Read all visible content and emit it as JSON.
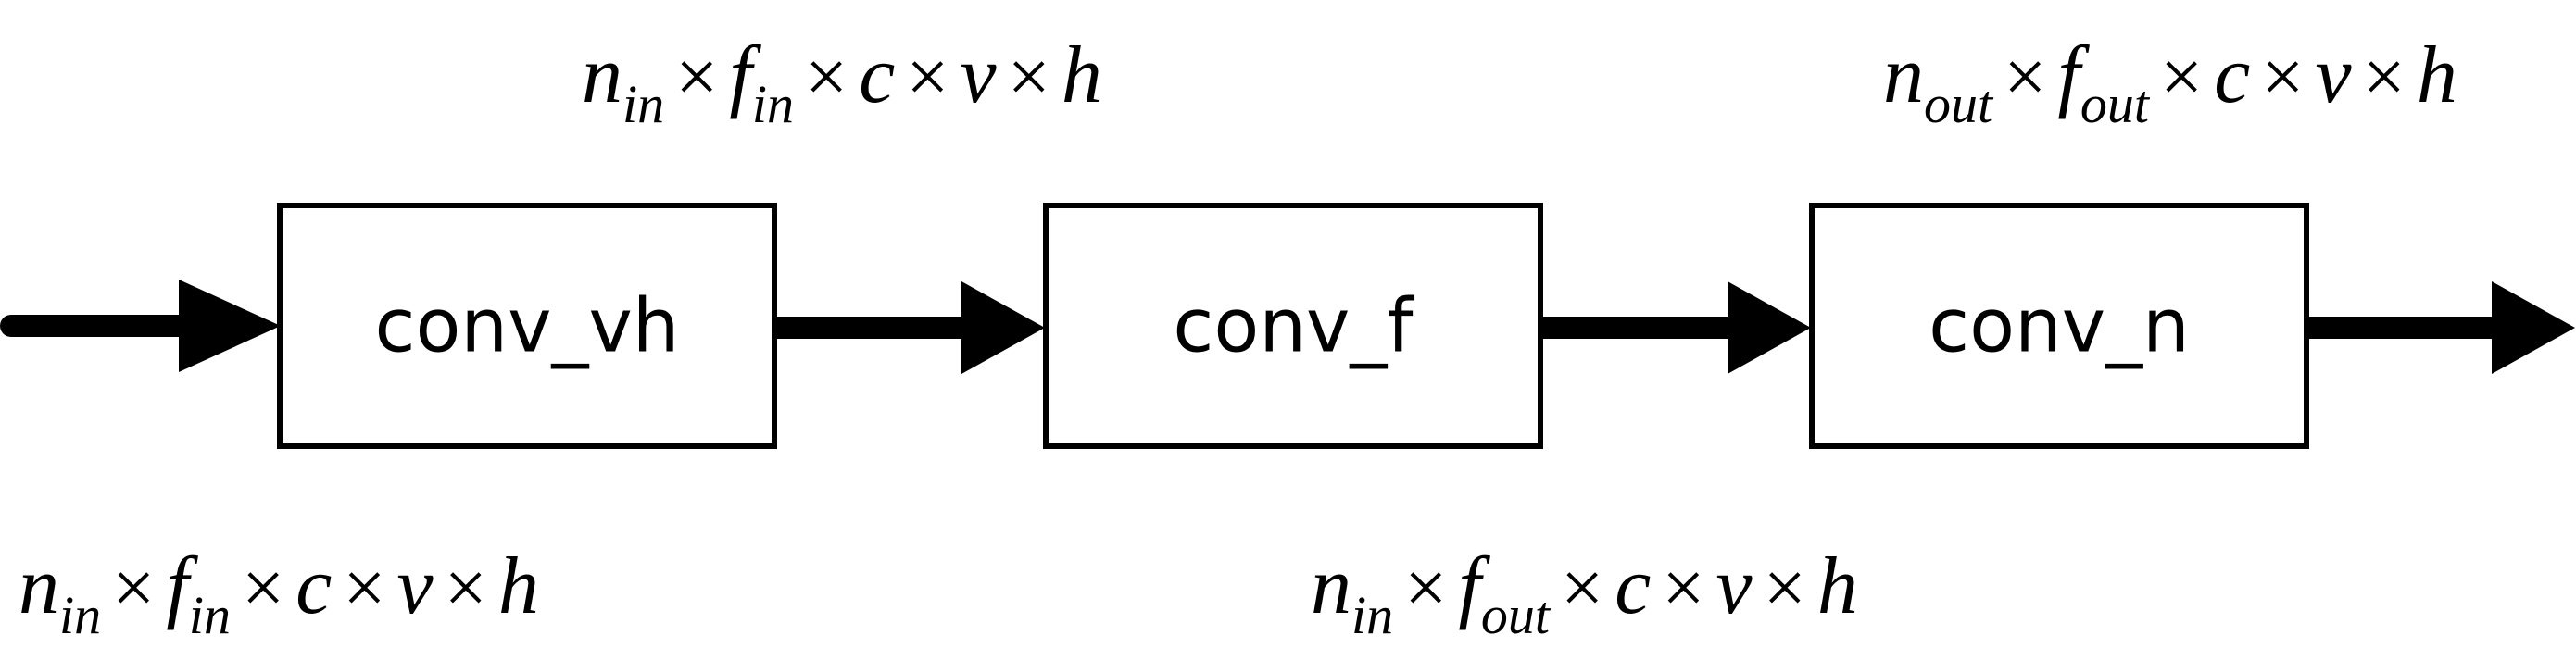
{
  "diagram": {
    "blocks": [
      {
        "id": "conv_vh",
        "label": "conv_vh"
      },
      {
        "id": "conv_f",
        "label": "conv_f"
      },
      {
        "id": "conv_n",
        "label": "conv_n"
      }
    ],
    "tensor_shapes": [
      {
        "id": "shape-input",
        "tokens": [
          {
            "t": "v",
            "s": "n"
          },
          {
            "t": "s",
            "s": "in"
          },
          {
            "t": "x",
            "s": "×"
          },
          {
            "t": "v",
            "s": "f"
          },
          {
            "t": "s",
            "s": "in"
          },
          {
            "t": "x",
            "s": "×"
          },
          {
            "t": "v",
            "s": "c"
          },
          {
            "t": "x",
            "s": "×"
          },
          {
            "t": "v",
            "s": "v"
          },
          {
            "t": "x",
            "s": "×"
          },
          {
            "t": "v",
            "s": "h"
          }
        ]
      },
      {
        "id": "shape-after-conv-vh",
        "tokens": [
          {
            "t": "v",
            "s": "n"
          },
          {
            "t": "s",
            "s": "in"
          },
          {
            "t": "x",
            "s": "×"
          },
          {
            "t": "v",
            "s": "f"
          },
          {
            "t": "s",
            "s": "in"
          },
          {
            "t": "x",
            "s": "×"
          },
          {
            "t": "v",
            "s": "c"
          },
          {
            "t": "x",
            "s": "×"
          },
          {
            "t": "v",
            "s": "v"
          },
          {
            "t": "x",
            "s": "×"
          },
          {
            "t": "v",
            "s": "h"
          }
        ]
      },
      {
        "id": "shape-after-conv-f",
        "tokens": [
          {
            "t": "v",
            "s": "n"
          },
          {
            "t": "s",
            "s": "in"
          },
          {
            "t": "x",
            "s": "×"
          },
          {
            "t": "v",
            "s": "f"
          },
          {
            "t": "s",
            "s": "out"
          },
          {
            "t": "x",
            "s": "×"
          },
          {
            "t": "v",
            "s": "c"
          },
          {
            "t": "x",
            "s": "×"
          },
          {
            "t": "v",
            "s": "v"
          },
          {
            "t": "x",
            "s": "×"
          },
          {
            "t": "v",
            "s": "h"
          }
        ]
      },
      {
        "id": "shape-output",
        "tokens": [
          {
            "t": "v",
            "s": "n"
          },
          {
            "t": "s",
            "s": "out"
          },
          {
            "t": "x",
            "s": "×"
          },
          {
            "t": "v",
            "s": "f"
          },
          {
            "t": "s",
            "s": "out"
          },
          {
            "t": "x",
            "s": "×"
          },
          {
            "t": "v",
            "s": "c"
          },
          {
            "t": "x",
            "s": "×"
          },
          {
            "t": "v",
            "s": "v"
          },
          {
            "t": "x",
            "s": "×"
          },
          {
            "t": "v",
            "s": "h"
          }
        ]
      }
    ],
    "colors": {
      "stroke": "#000000",
      "background": "#ffffff"
    }
  }
}
